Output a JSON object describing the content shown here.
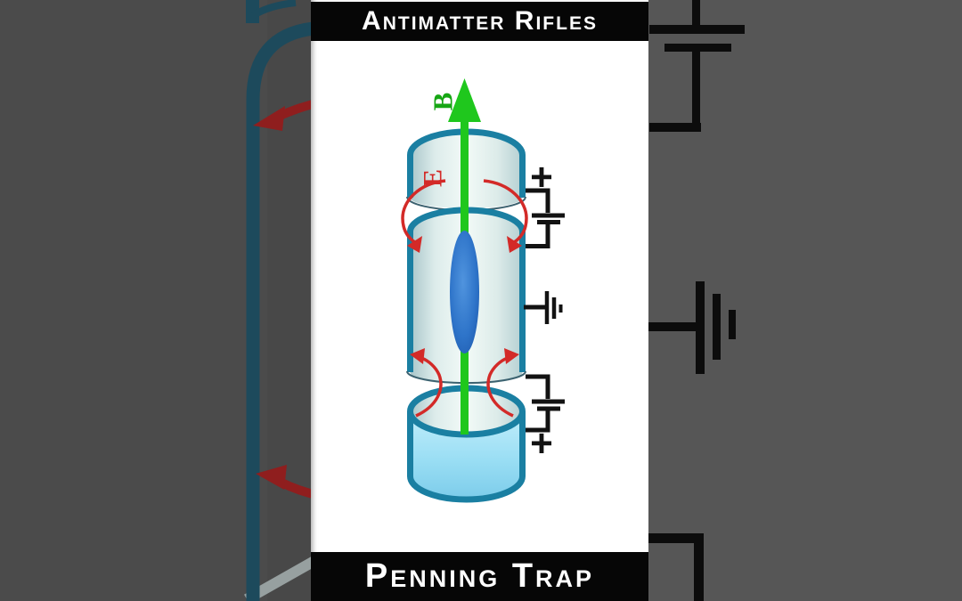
{
  "video": {
    "title_top": "Antimatter Rifles",
    "title_bottom": "Penning Trap"
  },
  "diagram": {
    "magnetic_field_label": "B",
    "electric_field_label": "E",
    "top_electrode_polarity": "+",
    "bottom_electrode_polarity": "+",
    "colors": {
      "magnetic_field_green": "#1fc71d",
      "electric_field_red": "#d32a28",
      "electrode_teal": "#1a7fa2",
      "plasma_blue": "#2e74c9",
      "circuit_black": "#121212",
      "panel_white": "#ffffff",
      "backdrop_gray_left": "#4b4b4b",
      "backdrop_gray_right": "#565656",
      "backdrop_teal_dark": "#1d4a5c",
      "backdrop_red_dark": "#8f1e1e",
      "title_bar_black": "#060606",
      "title_text_white": "#ffffff"
    }
  }
}
